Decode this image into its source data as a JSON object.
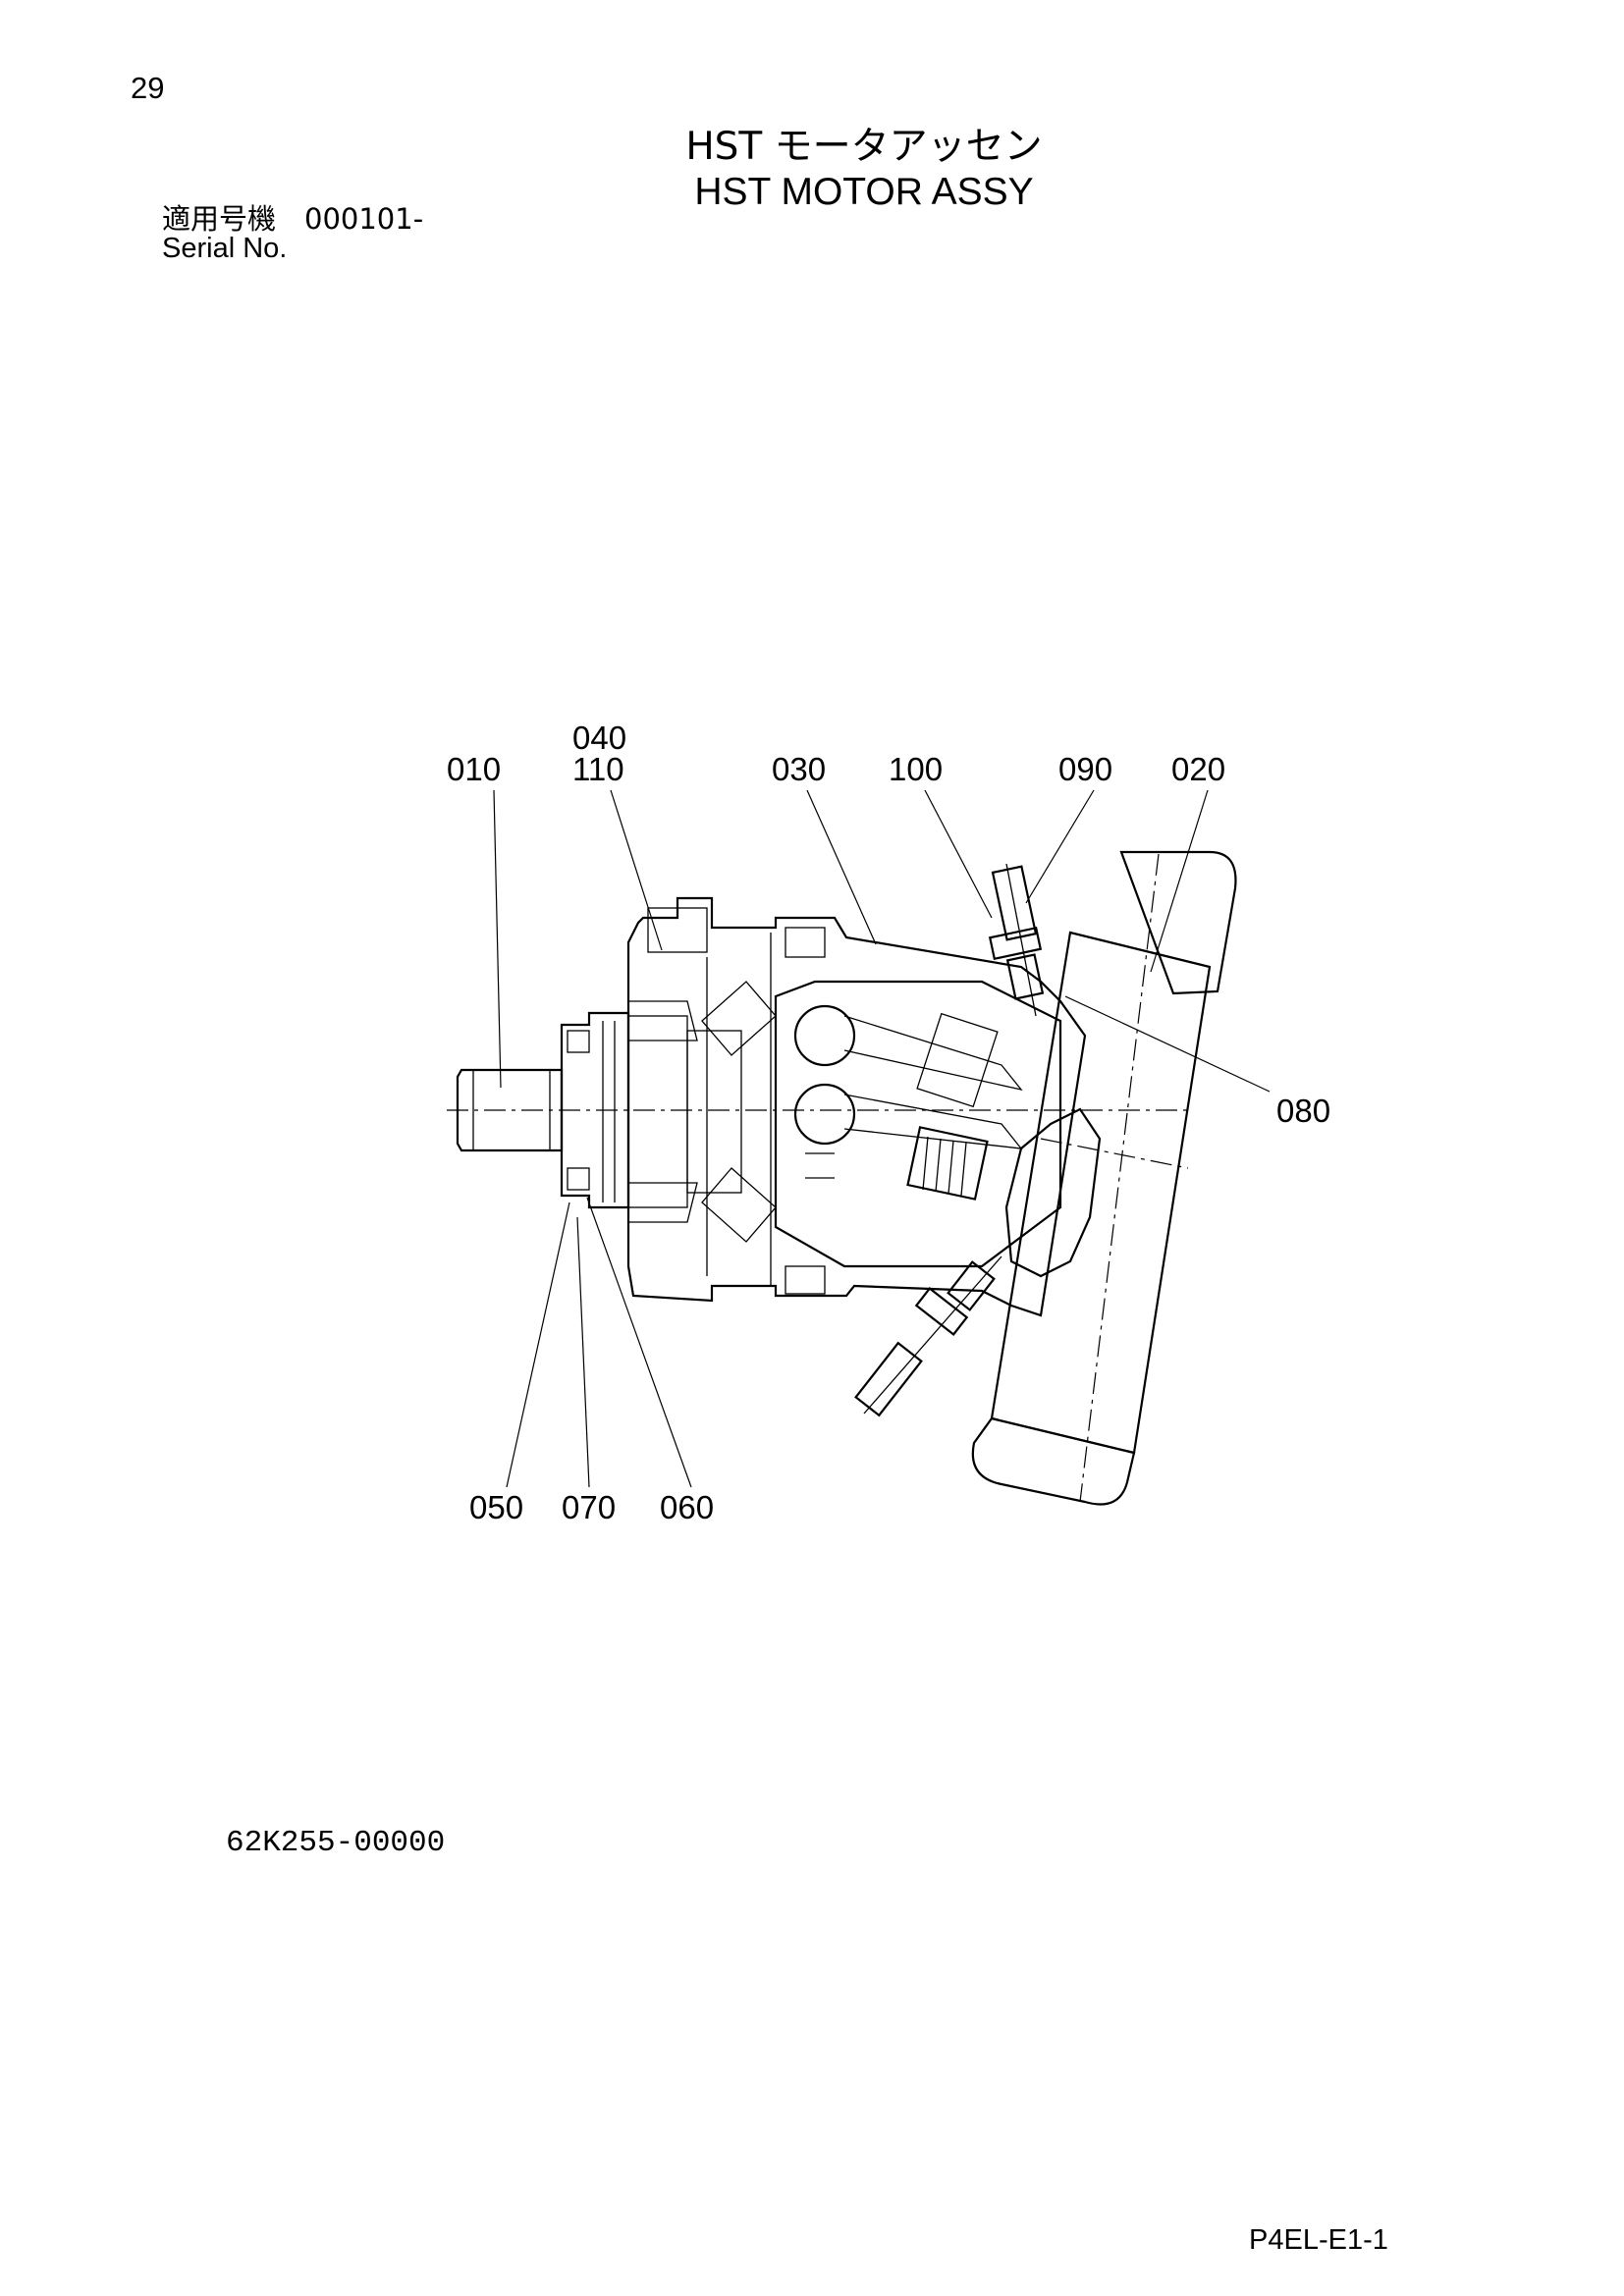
{
  "page": {
    "number": "29",
    "title_jp": "HST モータアッセン",
    "title_en": "HST MOTOR ASSY",
    "serial_label_jp": "適用号機　000101-",
    "serial_label_en": "Serial No.",
    "part_number": "62K255-00000",
    "page_code": "P4EL-E1-1"
  },
  "callouts": {
    "c010": "010",
    "c040": "040",
    "c110": "110",
    "c030": "030",
    "c100": "100",
    "c090": "090",
    "c020": "020",
    "c080": "080",
    "c050": "050",
    "c070": "070",
    "c060": "060"
  }
}
